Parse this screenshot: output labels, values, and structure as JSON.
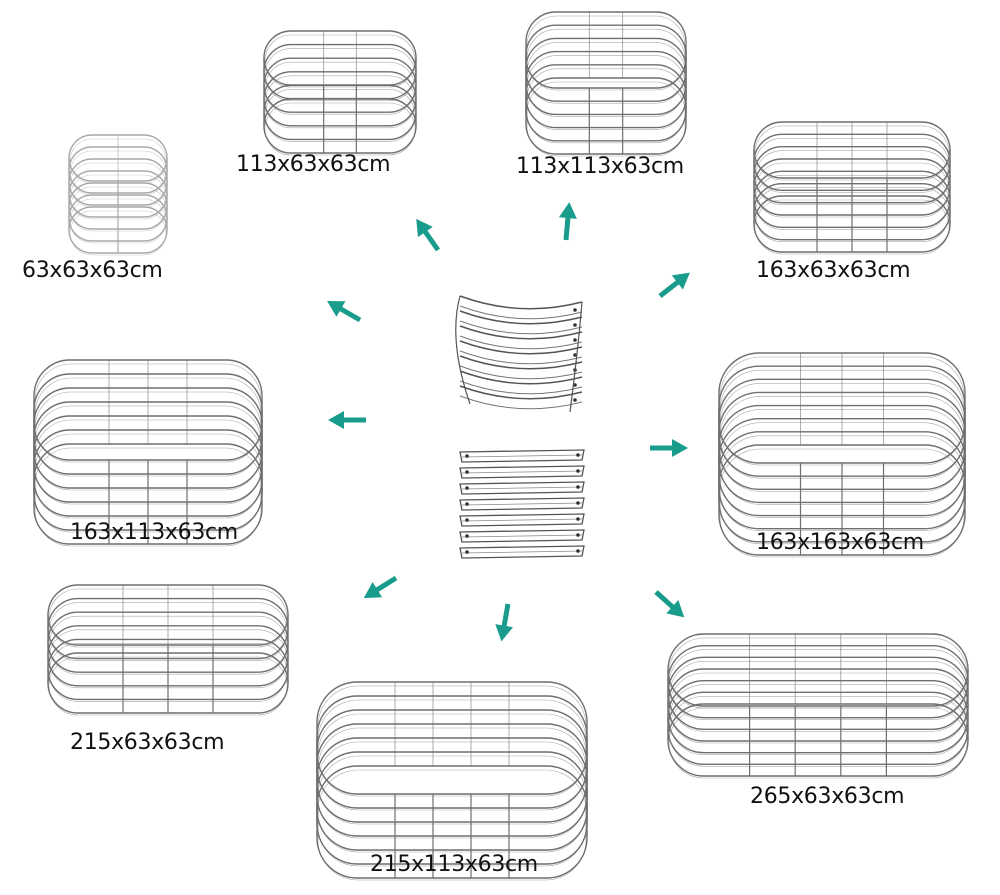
{
  "colors": {
    "arrow": "#1a9c8c",
    "line": "#6f6f6f",
    "line_light": "#a8a8a8",
    "text": "#111111"
  },
  "center_parts": [
    {
      "name": "curved-panel-stack-icon"
    },
    {
      "name": "straight-panel-stack-icon"
    }
  ],
  "beds": [
    {
      "id": "63x63x63",
      "label": "63x63x63cm"
    },
    {
      "id": "113x63x63",
      "label": "113x63x63cm"
    },
    {
      "id": "113x113x63",
      "label": "113x113x63cm"
    },
    {
      "id": "163x63x63",
      "label": "163x63x63cm"
    },
    {
      "id": "163x113x63",
      "label": "163x113x63cm"
    },
    {
      "id": "163x163x63",
      "label": "163x163x63cm"
    },
    {
      "id": "215x63x63",
      "label": "215x63x63cm"
    },
    {
      "id": "215x113x63",
      "label": "215x113x63cm"
    },
    {
      "id": "265x63x63",
      "label": "265x63x63cm"
    }
  ]
}
